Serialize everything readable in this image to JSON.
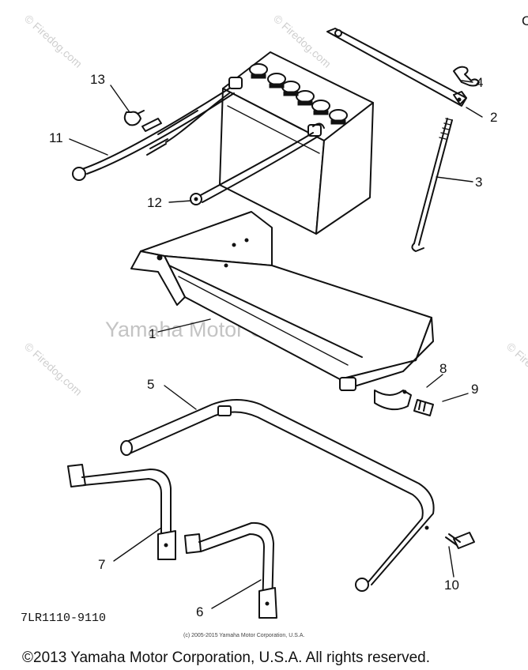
{
  "watermarks": {
    "main": "Yamaha Motor Corp., U.S.A.",
    "site": "© Firedog.com"
  },
  "callouts": [
    "1",
    "2",
    "3",
    "4",
    "5",
    "6",
    "7",
    "8",
    "9",
    "10",
    "11",
    "12",
    "13"
  ],
  "diagram_code": "7LR1110-9110",
  "small_copyright": "(c) 2005-2015 Yamaha Motor Corporation, U.S.A.",
  "footer_copyright": "©2013 Yamaha Motor Corporation, U.S.A. All rights reserved.",
  "corner_mark": "C"
}
